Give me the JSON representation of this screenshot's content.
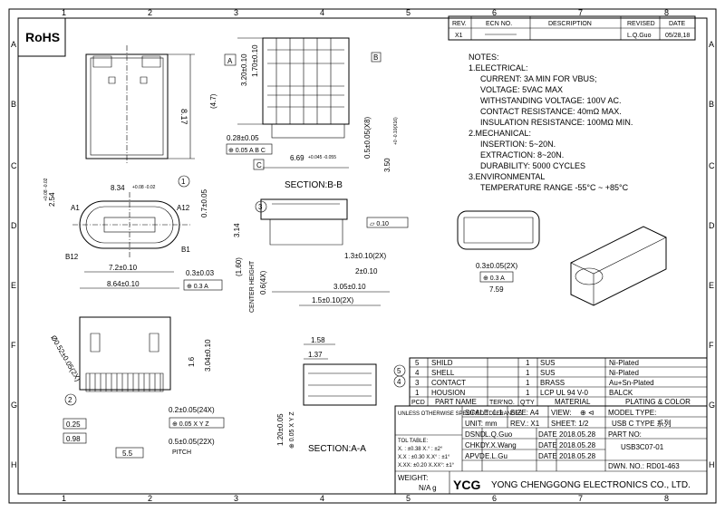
{
  "grid": {
    "cols": [
      "1",
      "2",
      "3",
      "4",
      "5",
      "6",
      "7",
      "8"
    ],
    "rows": [
      "A",
      "B",
      "C",
      "D",
      "E",
      "F",
      "G",
      "H"
    ]
  },
  "rohs": "RoHS",
  "revision": {
    "headers": [
      "REV.",
      "ECN NO.",
      "DESCRIPTION",
      "REVISED",
      "DATE"
    ],
    "row": [
      "X1",
      "",
      "",
      "L.Q.Guo",
      "05/28,18"
    ]
  },
  "notes": {
    "title": "NOTES:",
    "lines": [
      "1.ELECTRICAL:",
      "CURRENT: 3A MIN FOR VBUS;",
      "VOLTAGE: 5VAC MAX",
      "WITHSTANDING VOLTAGE: 100V AC.",
      "CONTACT RESISTANCE: 40mΩ MAX.",
      "INSULATION RESISTANCE: 100MΩ MIN.",
      "2.MECHANICAL:",
      "INSERTION: 5~20N.",
      "EXTRACTION: 8~20N.",
      "DURABILITY: 5000 CYCLES",
      "3.ENVIRONMENTAL",
      "TEMPERATURE RANGE -55°C ~ +85°C"
    ]
  },
  "dims": {
    "d817": "8.17",
    "d320": "3.20±0.10",
    "d170": "1.70±0.10",
    "d47": "(4.7)",
    "d028": "0.28±0.05",
    "tol_abc": "⊕ 0.05 A B C",
    "d669": "6.69",
    "d669tol": "+0.045 -0.055",
    "d05x8": "0.5±0.05(X8)",
    "d350": "3.50",
    "d350tol": "+0 -0.10(X16)",
    "section_bb": "SECTION:B-B",
    "d834": "8.34",
    "d834tol": "+0.08 -0.02",
    "d254": "2.54",
    "d254tol": "+0.08 -0.02",
    "d07": "0.7±0.05",
    "a1": "A1",
    "a12": "A12",
    "b12": "B12",
    "b1": "B1",
    "d72": "7.2±0.10",
    "d864": "8.64±0.10",
    "d03": "0.3±0.03",
    "tol_03a": "⊕ 0.3 A",
    "d314": "3.14",
    "d160": "(1.60)",
    "center_h": "CENTER HEIGHT",
    "d06x4": "0.6(4X)",
    "flat": "▱ 0.10",
    "d13": "1.3±0.10(2X)",
    "d2": "2±0.10",
    "d305": "3.05±0.10",
    "d15": "1.5±0.10(2X)",
    "d03x2": "0.3±0.05(2X)",
    "d759": "7.59",
    "d052": "Ø0.52±0.05(2X)",
    "d16": "1.6",
    "d304": "3.04±0.10",
    "d025": "0.25",
    "d098": "0.98",
    "d55": "5.5",
    "d02x24": "0.2±0.05(24X)",
    "tol_xyz": "⊕ 0.05 X Y Z",
    "d05x22": "0.5±0.05(22X)",
    "pitch": "PITCH",
    "d158": "1.58",
    "d137": "1.37",
    "d120": "1.20±0.05",
    "tol_xyz2": "⊕ 0.05 X Y Z",
    "section_aa": "SECTION:A-A"
  },
  "bom": {
    "rows": [
      {
        "no": "5",
        "part": "SHILD",
        "qty": "1",
        "mat": "SUS",
        "plating": "Ni-Plated"
      },
      {
        "no": "4",
        "part": "SHELL",
        "qty": "1",
        "mat": "SUS",
        "plating": "Ni-Plated"
      },
      {
        "no": "3",
        "part": "CONTACT",
        "qty": "1",
        "mat": "BRASS",
        "plating": "Au+Sn-Plated"
      },
      {
        "no": "1",
        "part": "HOUSION",
        "qty": "1",
        "mat": "LCP UL 94 V-0",
        "plating": "BALCK"
      }
    ],
    "headers": [
      "PCD",
      "PART NAME",
      "TER'NO.",
      "Q'TY",
      "MATERIAL",
      "PLATING & COLOR"
    ]
  },
  "title_block": {
    "tol_title": "UNLESS OTHERWISE SPECIFIED TOLERANCES",
    "tol_table": "TOL TABLE:",
    "tol_rows": [
      "X. : ±0.38   X.° : ±2°",
      "X.X : ±0.30   X.X° : ±1°",
      "X.XX: ±0.20   X.XX°: ±1°"
    ],
    "scale": "SCALE: 1:1",
    "size": "SIZE: A4",
    "view": "VIEW:",
    "model_type_label": "MODEL TYPE:",
    "model_type": "USB C TYPE 系列",
    "unit": "UNIT: mm",
    "rev": "REV.: X1",
    "sheet": "SHEET: 1/2",
    "dsnd": "DSND",
    "dsnd_name": "L.Q.Guo",
    "dsnd_date_l": "DATE",
    "dsnd_date": "2018.05.28",
    "chkd": "CHKD",
    "chkd_name": "Y.X.Wang",
    "chkd_date_l": "DATE",
    "chkd_date": "2018.05.28",
    "apvd": "APVD",
    "apvd_name": "E.L.Gu",
    "apvd_date_l": "DATE",
    "apvd_date": "2018.05.28",
    "part_no_label": "PART NO:",
    "part_no": "USB3C07-01",
    "dwn_no": "DWN. NO.: RD01-463",
    "weight": "WEIGHT:",
    "weight_val": "N/A g",
    "company": "YONG CHENGGONG ELECTRONICS CO., LTD."
  },
  "balloons": [
    "1",
    "2",
    "3",
    "4",
    "5"
  ]
}
